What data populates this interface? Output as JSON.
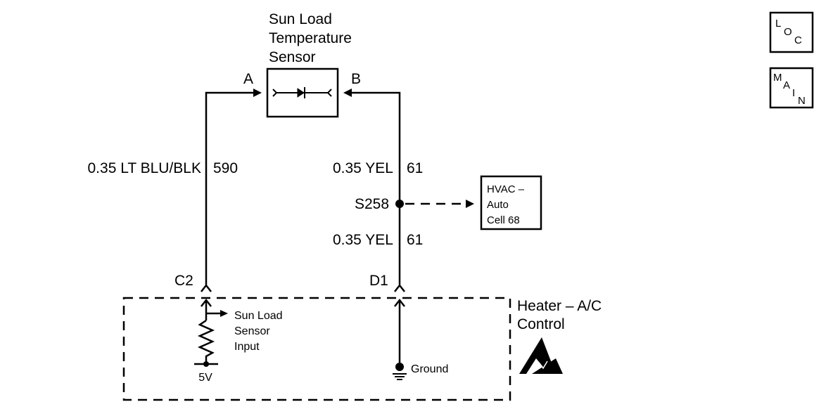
{
  "sensor": {
    "title_lines": [
      "Sun Load",
      "Temperature",
      "Sensor"
    ],
    "terminal_a": "A",
    "terminal_b": "B"
  },
  "wires": {
    "left": {
      "gauge_color": "0.35 LT BLU/BLK",
      "circuit": "590"
    },
    "right_upper": {
      "gauge_color": "0.35 YEL",
      "circuit": "61"
    },
    "right_lower": {
      "gauge_color": "0.35 YEL",
      "circuit": "61"
    }
  },
  "splice": {
    "label": "S258"
  },
  "reference_box": {
    "lines": [
      "HVAC –",
      "Auto",
      "Cell 68"
    ]
  },
  "connectors": {
    "left": "C2",
    "right": "D1"
  },
  "module": {
    "title_lines": [
      "Heater – A/C",
      "Control"
    ],
    "input_lines": [
      "Sun Load",
      "Sensor",
      "Input"
    ],
    "supply_label": "5V",
    "ground_label": "Ground"
  },
  "nav": {
    "loc_letters": [
      "L",
      "O",
      "C"
    ],
    "main_letters": [
      "M",
      "A",
      "I",
      "N"
    ]
  }
}
